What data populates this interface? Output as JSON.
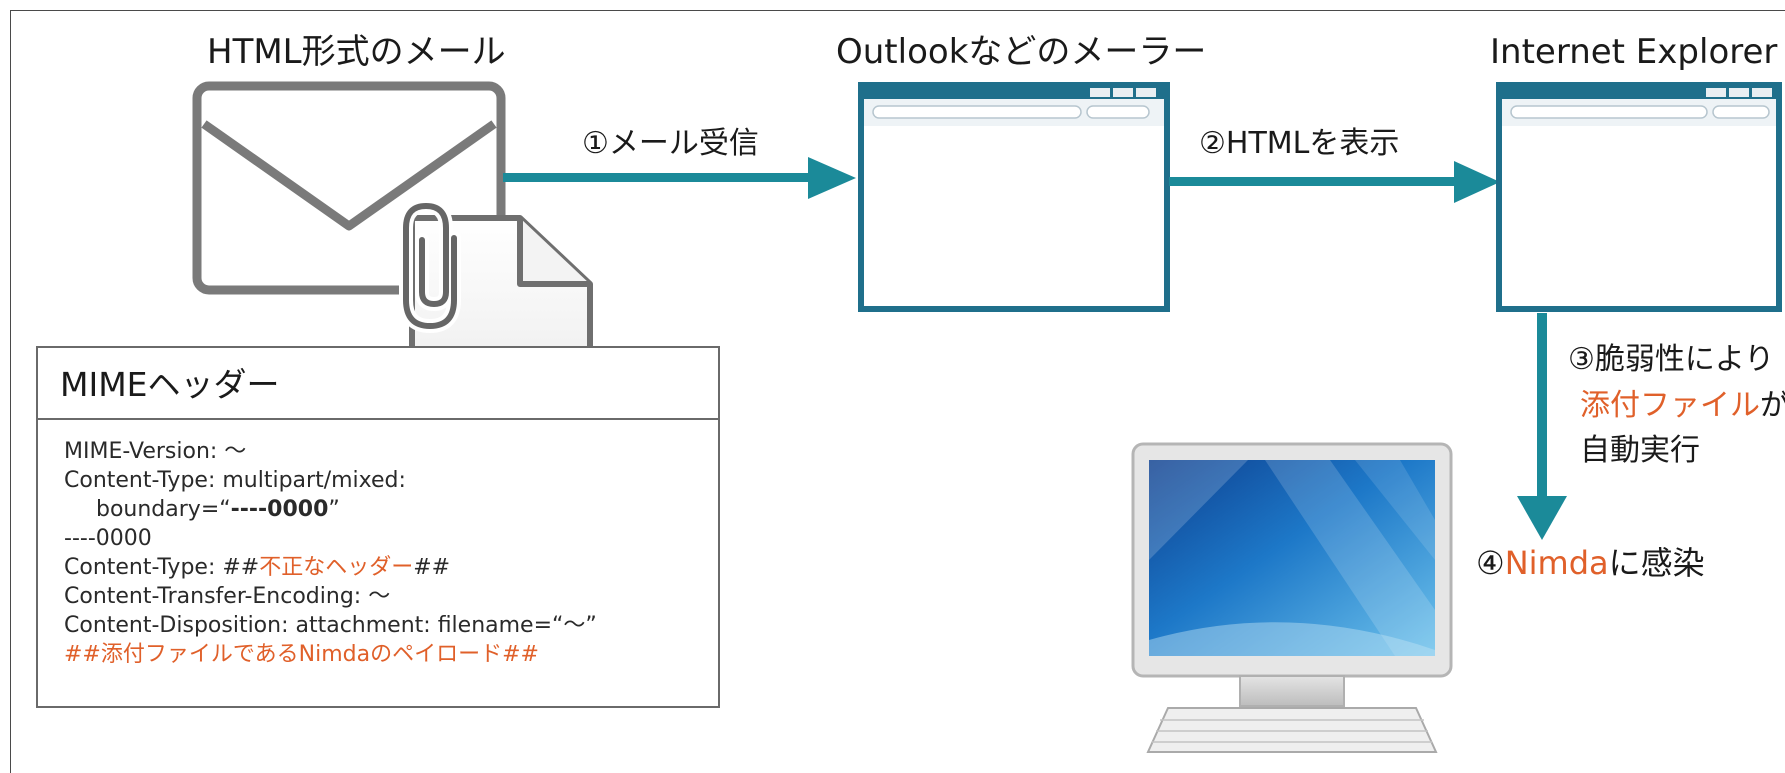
{
  "labels": {
    "html_mail": "HTML形式のメール",
    "mailer": "Outlookなどのメーラー",
    "browser": "Internet Explorer"
  },
  "steps": {
    "step1": "①メール受信",
    "step2": "②HTMLを表示",
    "step3_line1": "③脆弱性により",
    "step3_line2_highlight": "添付ファイル",
    "step3_line2_suffix": "が",
    "step3_line3": "自動実行",
    "step4_prefix": "④",
    "step4_highlight": "Nimda",
    "step4_suffix": "に感染"
  },
  "mime": {
    "title": "MIMEヘッダー",
    "line1": "MIME-Version: ～",
    "line2": "Content-Type: multipart/mixed:",
    "line3_prefix": "boundary=“",
    "line3_bold": "----0000",
    "line3_suffix": "”",
    "line4": "----0000",
    "line5_prefix": "Content-Type: ##",
    "line5_highlight": "不正なヘッダー",
    "line5_suffix": "##",
    "line6": "Content-Transfer-Encoding: ～",
    "line7": "Content-Disposition: attachment: filename=“～”",
    "line8_prefix": "##",
    "line8_highlight": "添付ファイルであるNimdaのペイロード",
    "line8_suffix": "##"
  },
  "colors": {
    "arrow": "#1b8a99",
    "highlight": "#e0602a",
    "window_frame": "#1f6f8b",
    "icon_gray": "#7a7a7a"
  },
  "icons": {
    "mail": "envelope-icon",
    "clip": "paperclip-icon",
    "file": "document-icon",
    "window1": "mailer-window-icon",
    "window2": "browser-window-icon",
    "computer": "computer-icon"
  }
}
